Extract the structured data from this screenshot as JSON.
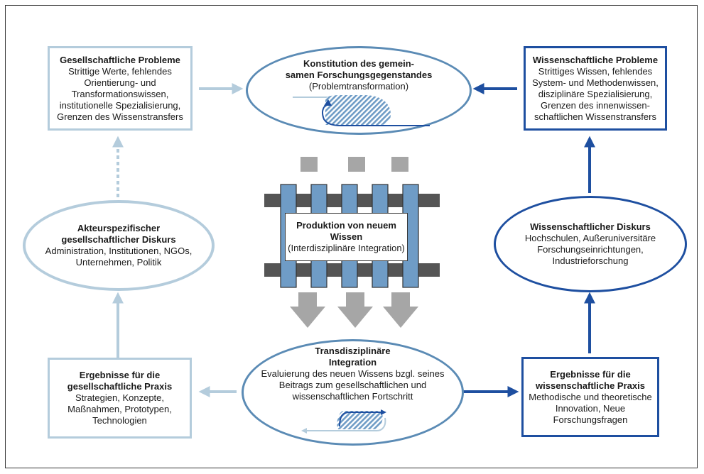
{
  "nodes": {
    "gesellschaftliche_probleme": {
      "title": "Gesellschaftliche Probleme",
      "body": "Strittige Werte, fehlendes\nOrientierung- und\nTransformationswissen,\ninstitutionelle Spezialisierung,\nGrenzen des Wissenstransfers"
    },
    "konstitution": {
      "title": "Konstitution des gemein-\nsamen Forschungsgegenstandes",
      "body": "(Problemtransformation)"
    },
    "wissenschaftliche_probleme": {
      "title": "Wissenschaftliche Probleme",
      "body": "Strittiges Wissen, fehlendes\nSystem- und Methodenwissen,\ndisziplinäre Spezialisierung,\nGrenzen des innenwissen-\nschaftlichen Wissenstransfers"
    },
    "akteurspezifischer_diskurs": {
      "title": "Akteurspezifischer\ngesellschaftlicher Diskurs",
      "body": "Administration, Institutionen, NGOs,\nUnternehmen, Politik"
    },
    "produktion": {
      "title": "Produktion von neuem\nWissen",
      "body": "(Interdisziplinäre Integration)"
    },
    "wissenschaftlicher_diskurs": {
      "title": "Wissenschaftlicher Diskurs",
      "body": "Hochschulen, Außeruniversitäre\nForschungseinrichtungen,\nIndustrieforschung"
    },
    "ergebnisse_gesellschaft": {
      "title": "Ergebnisse für die\ngesellschaftliche Praxis",
      "body": "Strategien, Konzepte,\nMaßnahmen, Prototypen,\nTechnologien"
    },
    "transdisziplinaere_integration": {
      "title": "Transdisziplinäre\nIntegration",
      "body": "Evaluierung des neuen Wissens bzgl. seines\nBeitrags zum gesellschaftlichen und\nwissenschaftlichen Fortschritt"
    },
    "ergebnisse_wissenschaft": {
      "title": "Ergebnisse für die\nwissenschaftliche Praxis",
      "body": "Methodische und theoretische\nInnovation, Neue\nForschungsfragen"
    }
  },
  "colors": {
    "light_blue": "#b4ccdc",
    "dark_blue": "#1e4fa0",
    "column_blue": "#6f9cc6",
    "rail_gray": "#555555",
    "arrow_gray": "#a6a6a6"
  }
}
